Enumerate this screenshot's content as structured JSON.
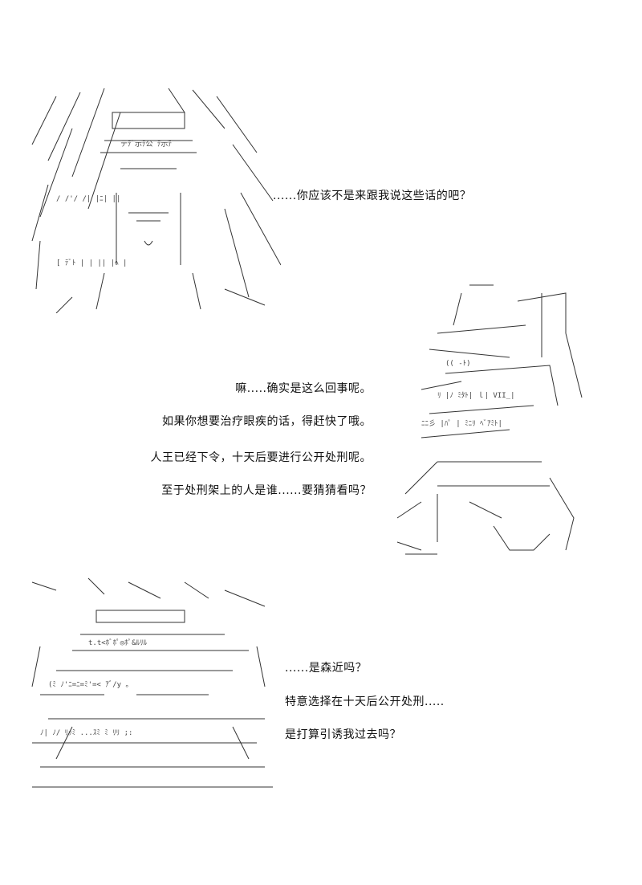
{
  "panels": [
    {
      "lines": [
        "......你应该不是来跟我说这些话的吧？"
      ]
    },
    {
      "lines": [
        "嘛.....确实是这么回事呢。",
        "如果你想要治疗眼疾的话，得赶快了哦。",
        "人王已经下令，十天后要进行公开处刑呢。",
        "至于处刑架上的人是谁......要猜猜看吗？"
      ]
    },
    {
      "lines": [
        "......是森近吗？",
        "特意选择在十天后公开处刑.....",
        "是打算引诱我过去吗？"
      ]
    }
  ]
}
